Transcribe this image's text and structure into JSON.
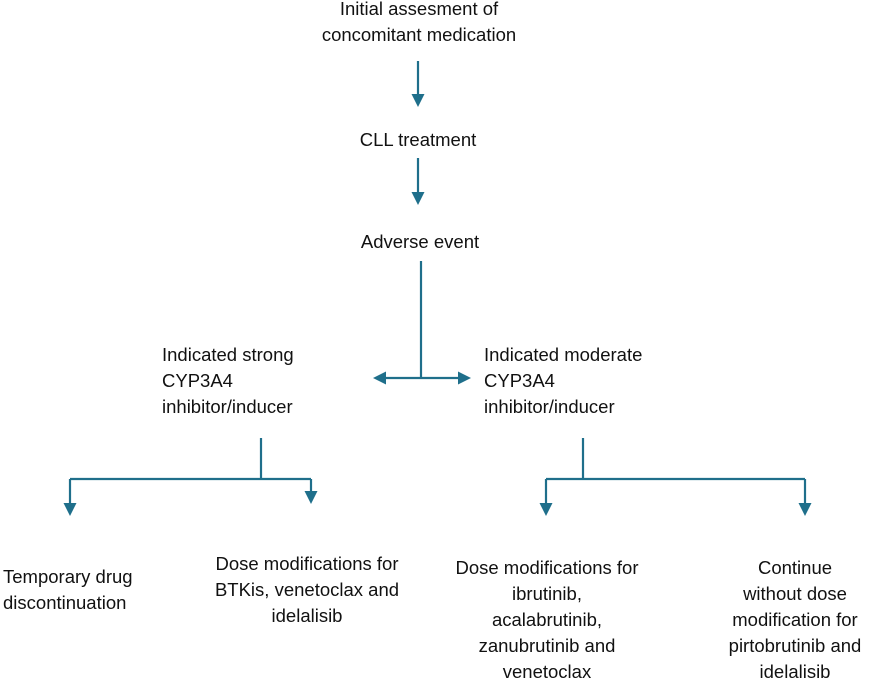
{
  "colors": {
    "connector": "#1f6f8b",
    "text": "#111111",
    "background": "#ffffff"
  },
  "nodes": {
    "initial": {
      "lines": [
        "Initial assesment of",
        "concomitant medication"
      ]
    },
    "cll": {
      "lines": [
        "CLL treatment"
      ]
    },
    "adverse": {
      "lines": [
        "Adverse event"
      ]
    },
    "strong": {
      "lines": [
        "Indicated strong",
        "CYP3A4",
        "inhibitor/inducer"
      ]
    },
    "moderate": {
      "lines": [
        "Indicated moderate",
        "CYP3A4",
        "inhibitor/inducer"
      ]
    },
    "temporary": {
      "lines": [
        "Temporary drug",
        "discontinuation"
      ]
    },
    "dose_btk": {
      "lines": [
        "Dose modifications for",
        "BTKis, venetoclax and",
        "idelalisib"
      ]
    },
    "dose_ibru": {
      "lines": [
        "Dose modifications for",
        "ibrutinib,",
        "acalabrutinib,",
        "zanubrutinib and",
        "venetoclax"
      ]
    },
    "continue": {
      "lines": [
        "Continue",
        "without dose",
        "modification for",
        "pirtobrutinib and",
        "idelalisib"
      ]
    }
  }
}
